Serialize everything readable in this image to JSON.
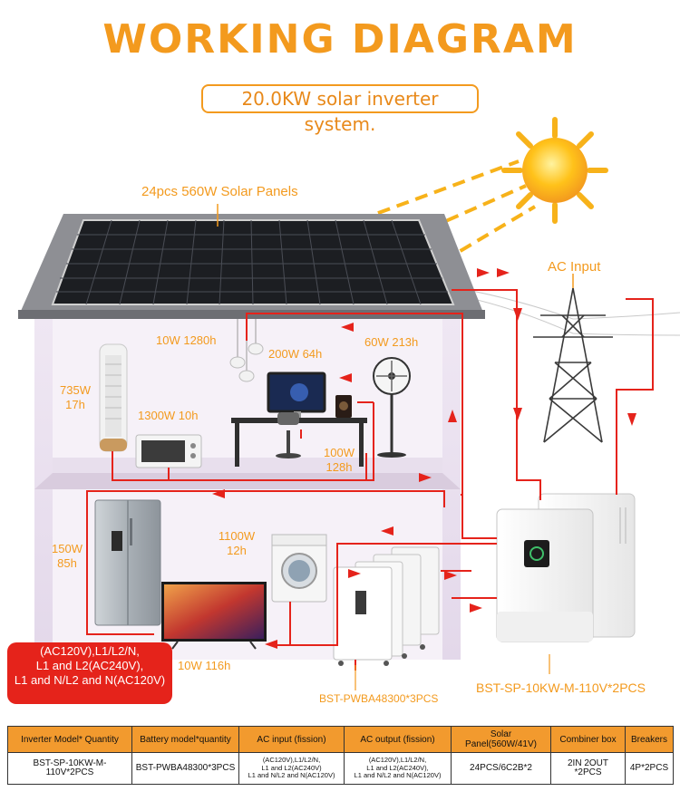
{
  "header": {
    "title": "WORKING DIAGRAM",
    "subtitle": "20.0KW solar inverter system."
  },
  "labels": {
    "solar_panels": "24pcs 560W Solar Panels",
    "ac_input": "AC Input",
    "lights": "10W 1280h",
    "computer": "200W 64h",
    "fan": "60W 213h",
    "tower_fan_w": "735W",
    "tower_fan_h": "17h",
    "microwave": "1300W 10h",
    "speaker_w": "100W",
    "speaker_h": "128h",
    "fridge_w": "150W",
    "fridge_h": "85h",
    "washer_w": "1100W",
    "washer_h": "12h",
    "tv": "10W 116h",
    "battery": "BST-PWBA48300*3PCS",
    "inverter": "BST-SP-10KW-M-110V*2PCS"
  },
  "output_note": {
    "line1": "(AC120V),L1/L2/N,",
    "line2": "L1 and L2(AC240V),",
    "line3": "L1 and N/L2 and N(AC120V)"
  },
  "colors": {
    "accent": "#f39a1e",
    "wire": "#e5231b",
    "table_header": "#f29a2e"
  },
  "table": {
    "headers": [
      "Inverter Model* Quantity",
      "Battery model*quantity",
      "AC input (fission)",
      "AC output (fission)",
      "Solar Panel(560W/41V)",
      "Combiner box",
      "Breakers"
    ],
    "row": {
      "inverter": "BST-SP-10KW-M-110V*2PCS",
      "battery": "BST-PWBA48300*3PCS",
      "ac_input": {
        "l1": "(AC120V),L1/L2/N,",
        "l2": "L1 and L2(AC240V)",
        "l3": "L1 and N/L2 and N(AC120V)"
      },
      "ac_output": {
        "l1": "(AC120V),L1/L2/N,",
        "l2": "L1 and L2(AC240V),",
        "l3": "L1 and N/L2 and N(AC120V)"
      },
      "solar": "24PCS/6C2B*2",
      "combiner": "2IN 2OUT *2PCS",
      "breakers": "4P*2PCS"
    }
  }
}
